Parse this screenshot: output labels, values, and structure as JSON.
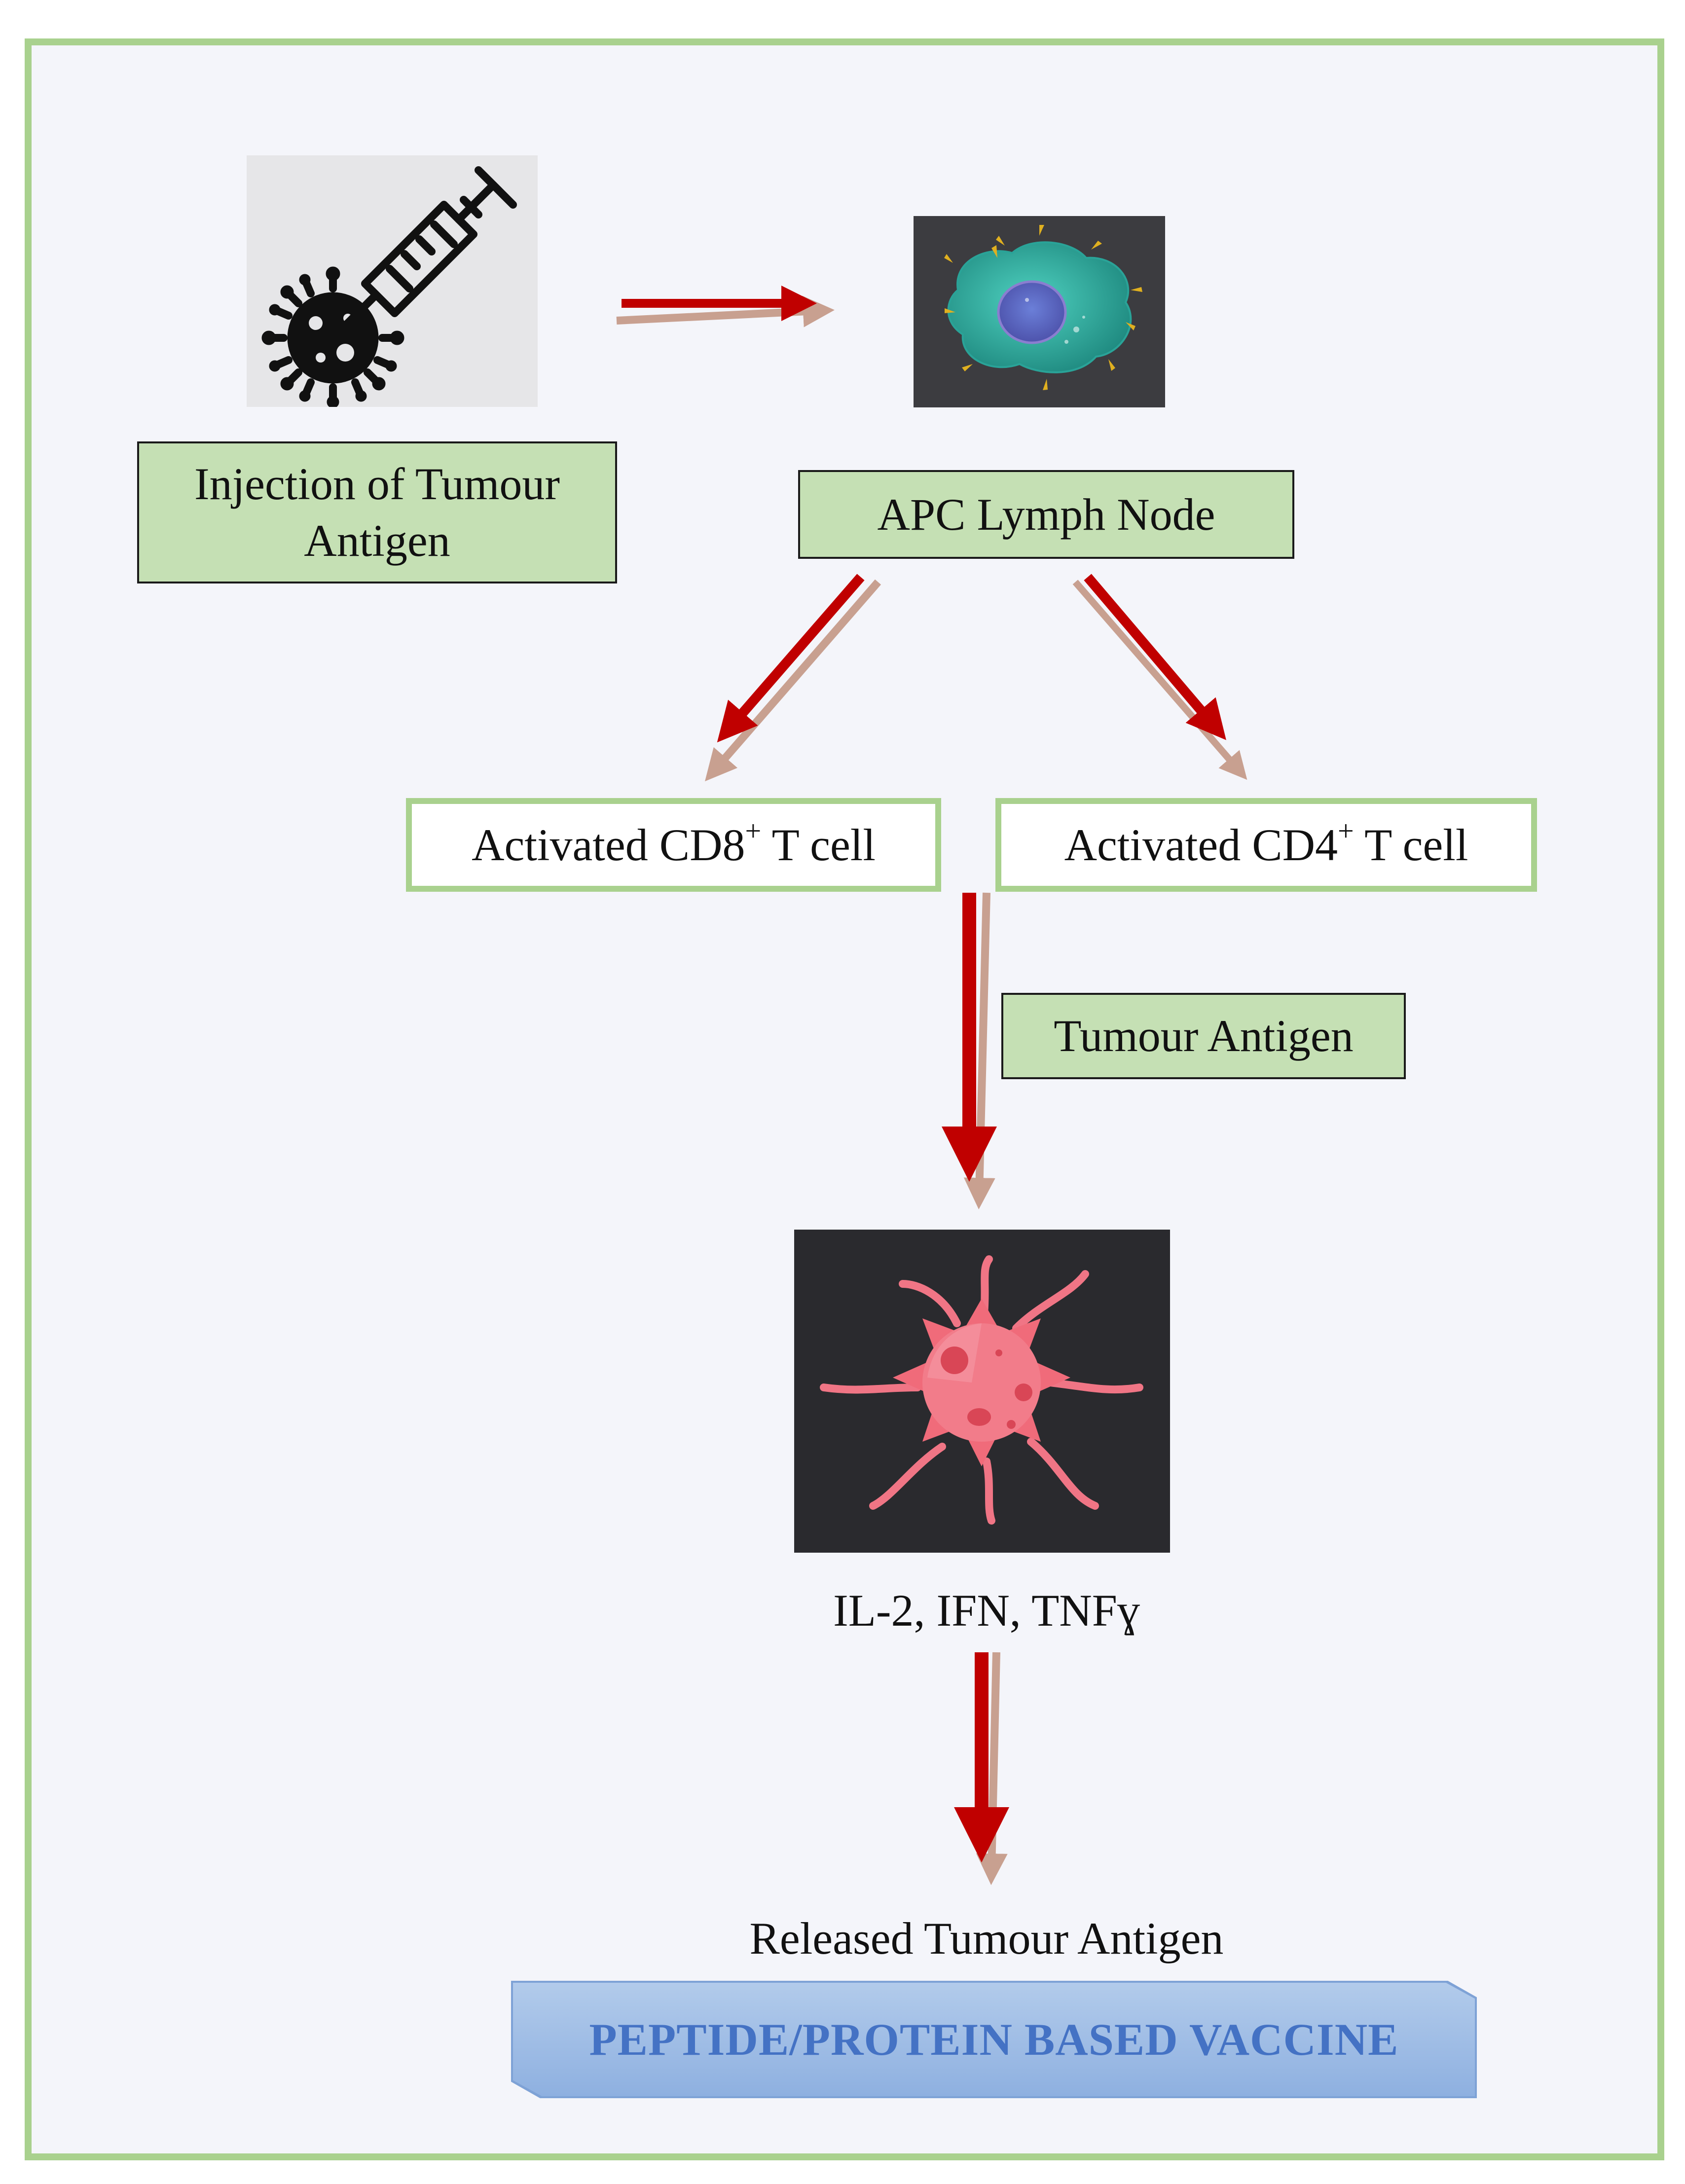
{
  "diagram": {
    "injection_label": "Injection of Tumour Antigen",
    "apc_label": "APC Lymph Node",
    "cd8_label": {
      "prefix": "Activated CD8",
      "sup": "+",
      "suffix": " T cell"
    },
    "cd4_label": {
      "prefix": "Activated CD4",
      "sup": "+",
      "suffix": " T cell"
    },
    "tumour_antigen_label": "Tumour Antigen",
    "cytokines_label": "IL-2, IFN, TNFɣ",
    "released_label": "Released Tumour Antigen",
    "vaccine_banner": "PEPTIDE/PROTEIN BASED VACCINE"
  },
  "icons": {
    "syringe": "syringe-virus-icon",
    "apc_cell": "apc-cell-image",
    "tumour_cell": "tumour-cell-image"
  },
  "colors": {
    "frame_border": "#a9d18e",
    "green_box_fill": "#c5e0b4",
    "arrow_red": "#c00000",
    "arrow_shadow": "#c8a090",
    "banner_text": "#4472c4"
  }
}
